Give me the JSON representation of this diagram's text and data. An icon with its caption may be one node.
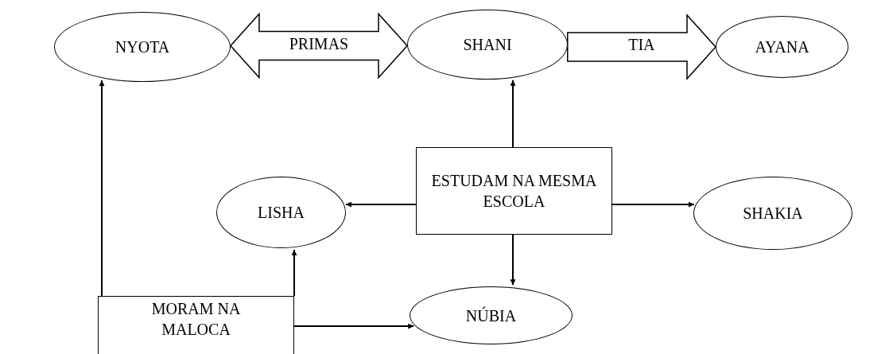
{
  "diagram": {
    "nodes": [
      {
        "text": [
          "NYOTA"
        ]
      },
      {
        "text": [
          "SHANI"
        ]
      },
      {
        "text": [
          "AYANA"
        ]
      },
      {
        "text": [
          "ESTUDAM NA MESMA ESCOLA"
        ]
      },
      {
        "text": [
          "LISHA"
        ]
      },
      {
        "text": [
          "SHAKIA"
        ]
      },
      {
        "text": [
          "MORAM NA MALOCA"
        ]
      },
      {
        "text": [
          "NÚBIA"
        ]
      }
    ],
    "edges": [
      {
        "from": 0,
        "to": 1,
        "arrow": "both",
        "label": "PRIMAS",
        "style": "thick"
      },
      {
        "from": 1,
        "to": 2,
        "arrow": "to",
        "label": "TIA",
        "style": "thick"
      },
      {
        "from": 3,
        "to": 1,
        "arrow": "to"
      },
      {
        "from": 3,
        "to": 4,
        "arrow": "to"
      },
      {
        "from": 3,
        "to": 5,
        "arrow": "to"
      },
      {
        "from": 3,
        "to": 7,
        "arrow": "to"
      },
      {
        "from": 6,
        "to": 0,
        "arrow": "to"
      },
      {
        "from": 6,
        "to": 4,
        "arrow": "to"
      },
      {
        "from": 6,
        "to": 7,
        "arrow": "to"
      }
    ]
  }
}
